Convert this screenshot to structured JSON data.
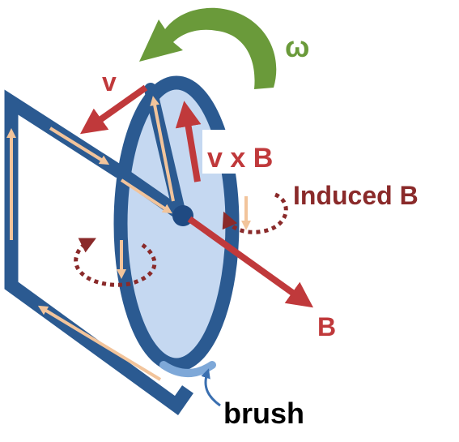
{
  "labels": {
    "omega": "ω",
    "v": "v",
    "v_cross_b": "v x B",
    "induced_b": "Induced B",
    "b": "B",
    "brush": "brush"
  },
  "colors": {
    "circuit": "#2b5a91",
    "disk_fill": "#c5d8f1",
    "velocity_arrow": "#c0393b",
    "omega_arrow": "#6a9a3a",
    "current_arrow": "#f2c49b",
    "induced_loop": "#8a2a2a",
    "brush_pad": "#7ea8d8",
    "brush_arrow": "#3a6fb0",
    "text_dark": "#000000"
  }
}
